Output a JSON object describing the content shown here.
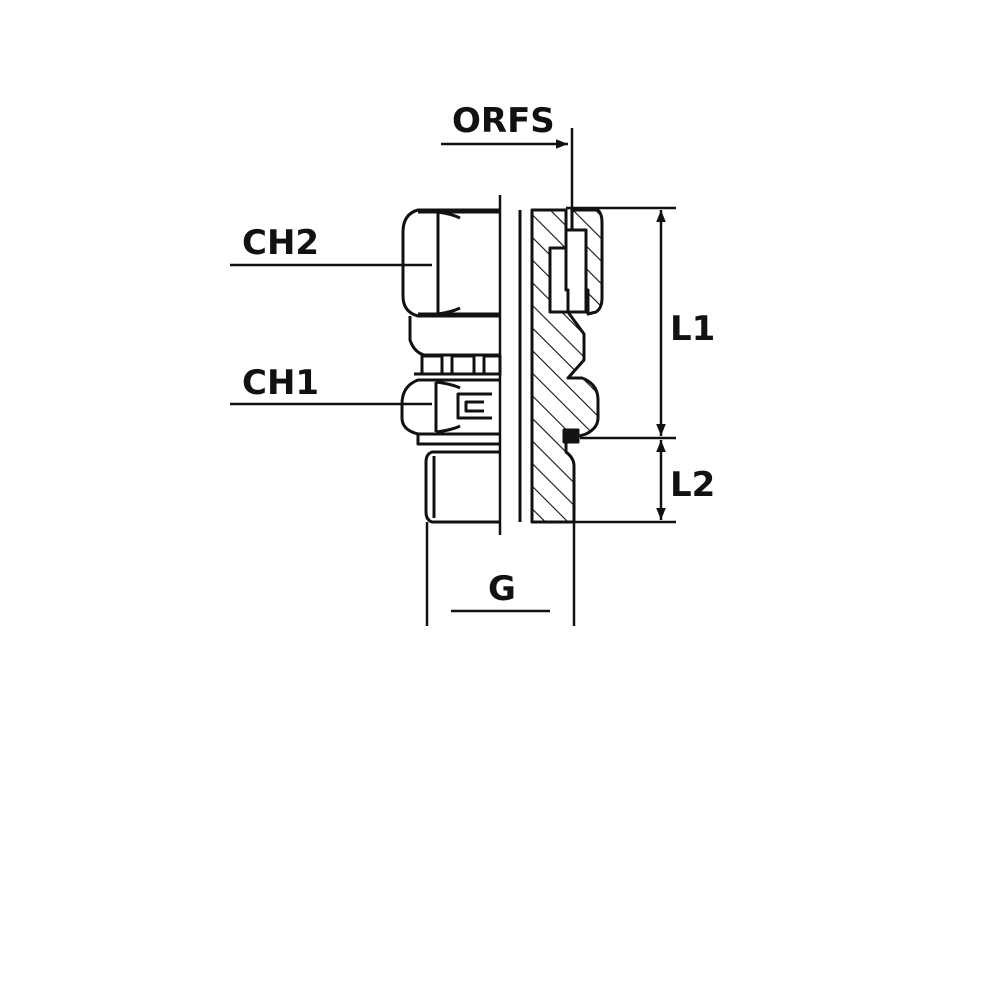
{
  "labels": {
    "orfs": "ORFS",
    "ch2": "CH2",
    "ch1": "CH1",
    "l1": "L1",
    "l2": "L2",
    "g": "G"
  },
  "colors": {
    "line": "#111111",
    "background": "#ffffff"
  }
}
